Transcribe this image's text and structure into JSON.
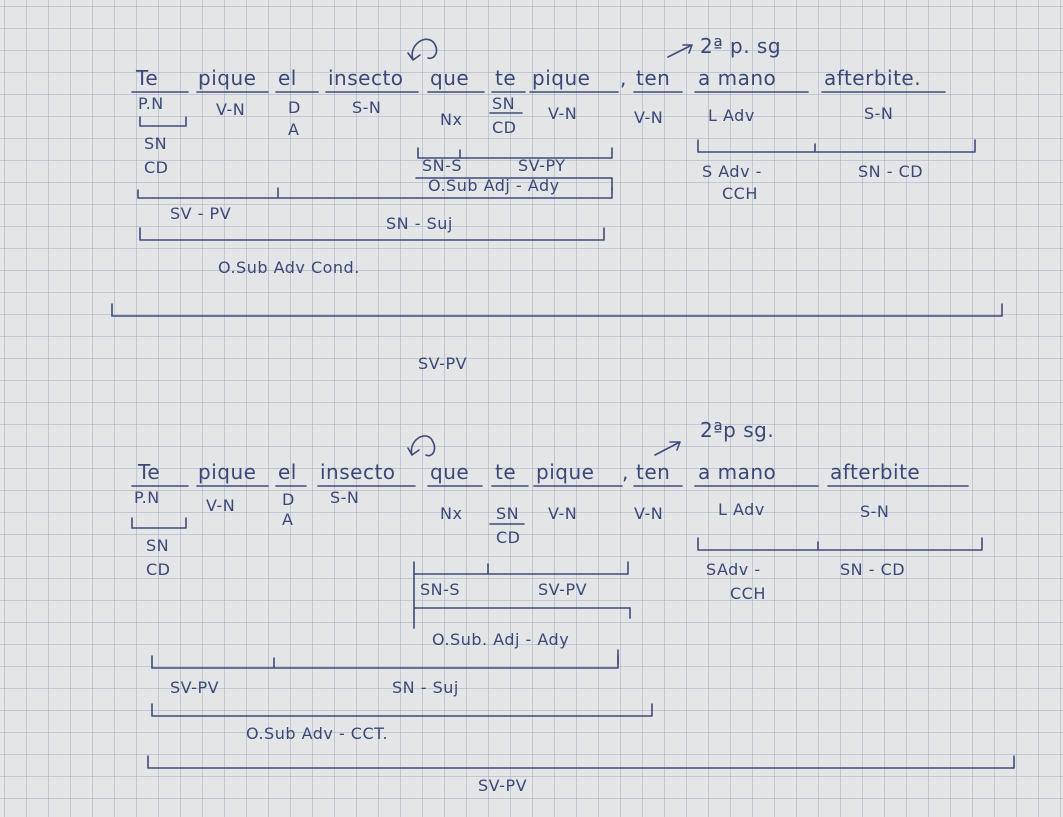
{
  "analysis_1": {
    "annotation": "2ª p. sg",
    "words": [
      "Te",
      "pique",
      "el",
      "insecto",
      "que",
      "te",
      "pique",
      ",",
      "ten",
      "a mano",
      "afterbite."
    ],
    "labels": {
      "te": [
        "P.N"
      ],
      "pique": [
        "V-N"
      ],
      "el": [
        "D",
        "A"
      ],
      "insecto": [
        "S-N"
      ],
      "que": [
        "Nx"
      ],
      "te2": [
        "SN",
        "CD"
      ],
      "pique2": [
        "V-N"
      ],
      "ten": [
        "V-N"
      ],
      "a_mano": [
        "L Adv"
      ],
      "afterbite": [
        "S-N"
      ]
    },
    "groups": {
      "te_sn": "SN",
      "te_cd": "CD",
      "sn_s": "SN-S",
      "sv_py": "SV-PY",
      "osub_adj": "O.Sub Adj - Ady",
      "sadv": "S Adv -",
      "cch": "CCH",
      "sn_cd": "SN - CD",
      "sv_pv": "SV - PV",
      "sn_suj": "SN - Suj",
      "osub_adv": "O.Sub Adv Cond.",
      "sv_pv_main": "SV-PV"
    }
  },
  "analysis_2": {
    "annotation": "2ªp sg.",
    "words": [
      "Te",
      "pique",
      "el",
      "insecto",
      "que",
      "te",
      "pique",
      ",",
      "ten",
      "a mano",
      "afterbite"
    ],
    "labels": {
      "te": [
        "P.N"
      ],
      "pique": [
        "V-N"
      ],
      "el": [
        "D",
        "A"
      ],
      "insecto": [
        "S-N"
      ],
      "que": [
        "Nx"
      ],
      "te2": [
        "SN",
        "CD"
      ],
      "pique2": [
        "V-N"
      ],
      "ten": [
        "V-N"
      ],
      "a_mano": [
        "L Adv"
      ],
      "afterbite": [
        "S-N"
      ]
    },
    "groups": {
      "te_sn": "SN",
      "te_cd": "CD",
      "sn_s": "SN-S",
      "sv_py": "SV-PV",
      "osub_adj": "O.Sub. Adj - Ady",
      "sadv": "SAdv -",
      "cch": "CCH",
      "sn_cd": "SN - CD",
      "sv_pv": "SV-PV",
      "sn_suj": "SN - Suj",
      "osub_adv": "O.Sub Adv - CCT.",
      "sv_pv_main": "SV-PV"
    }
  },
  "colors": {
    "ink": "#3a4878",
    "paper": "#e3e5e7",
    "grid": "#96a5b9"
  }
}
